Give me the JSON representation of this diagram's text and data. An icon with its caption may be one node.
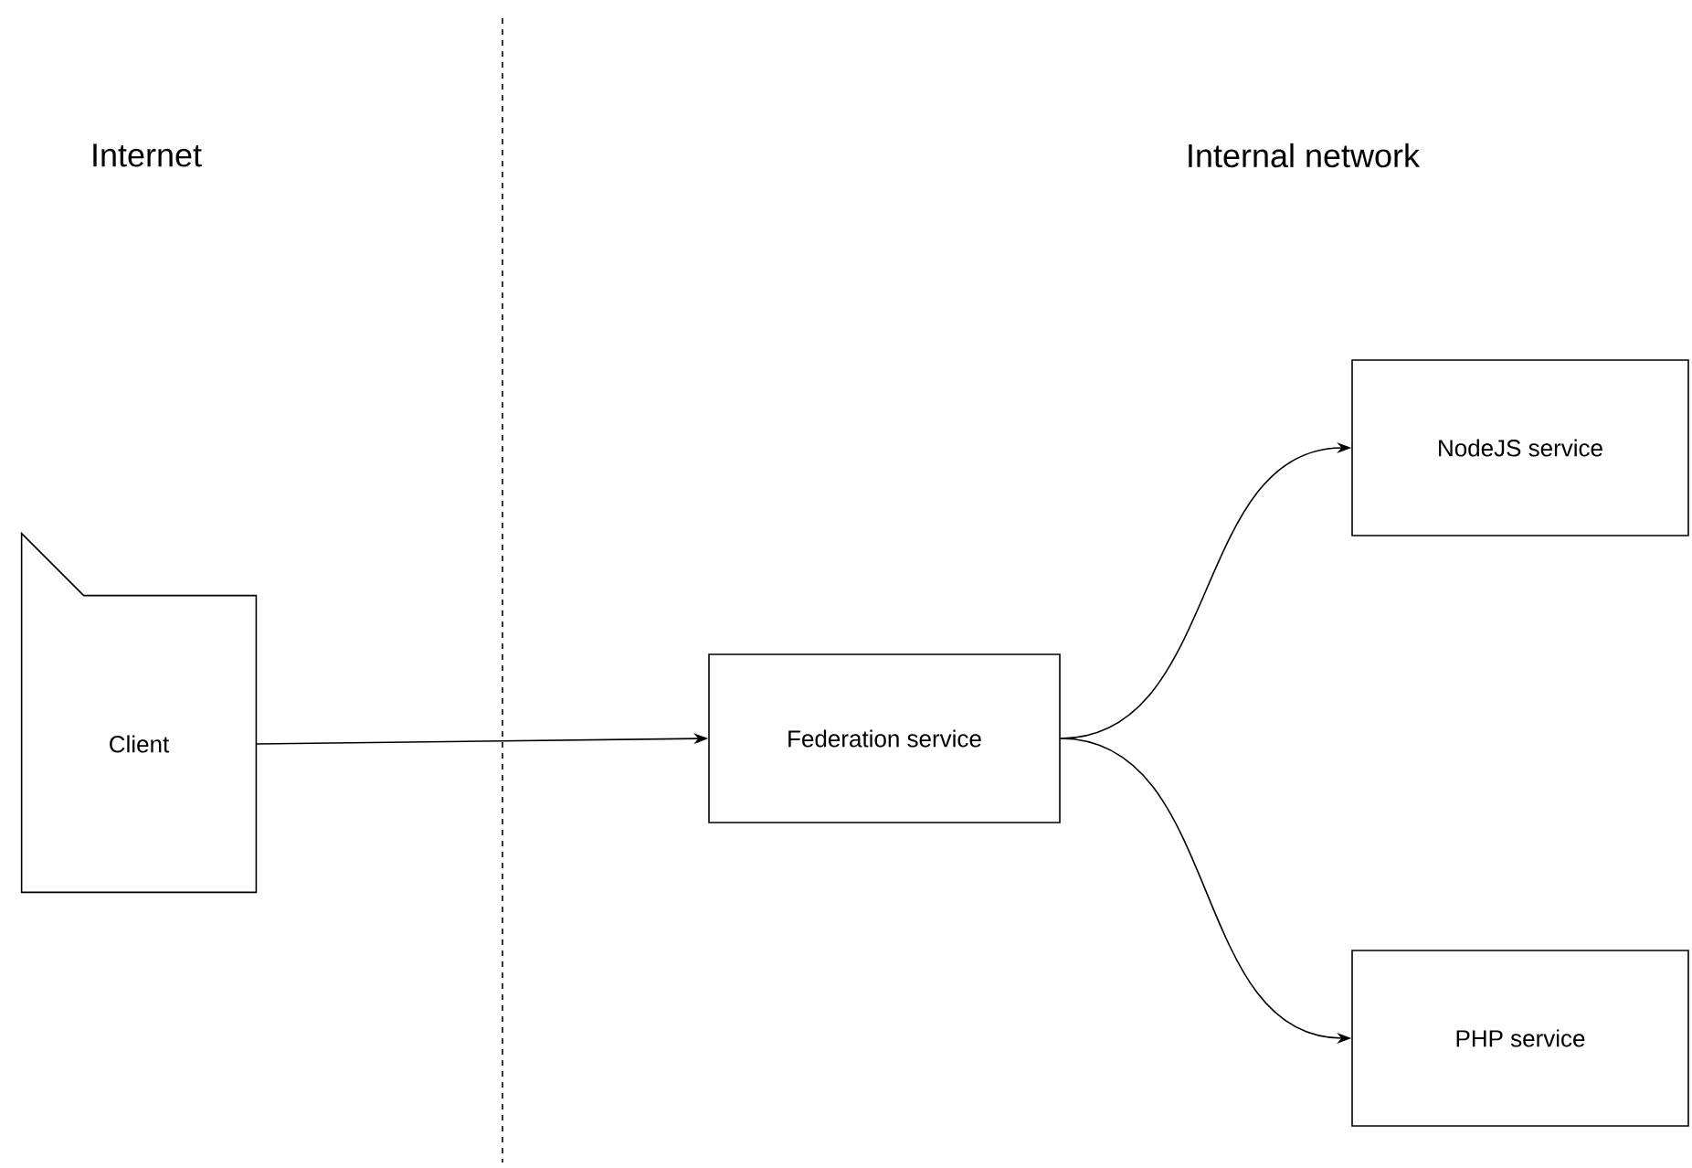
{
  "diagram": {
    "nodes": [
      {
        "text": [
          "Client"
        ]
      },
      {
        "text": [
          "Federation service"
        ]
      },
      {
        "text": [
          "NodeJS service"
        ]
      },
      {
        "text": [
          "PHP service"
        ]
      }
    ],
    "edges": [
      {
        "from": 0,
        "to": 1,
        "arrow": "to"
      },
      {
        "from": 1,
        "to": 2,
        "arrow": "to"
      },
      {
        "from": 1,
        "to": 3,
        "arrow": "to"
      }
    ],
    "labels": [
      "Internet",
      "Internal network"
    ]
  }
}
